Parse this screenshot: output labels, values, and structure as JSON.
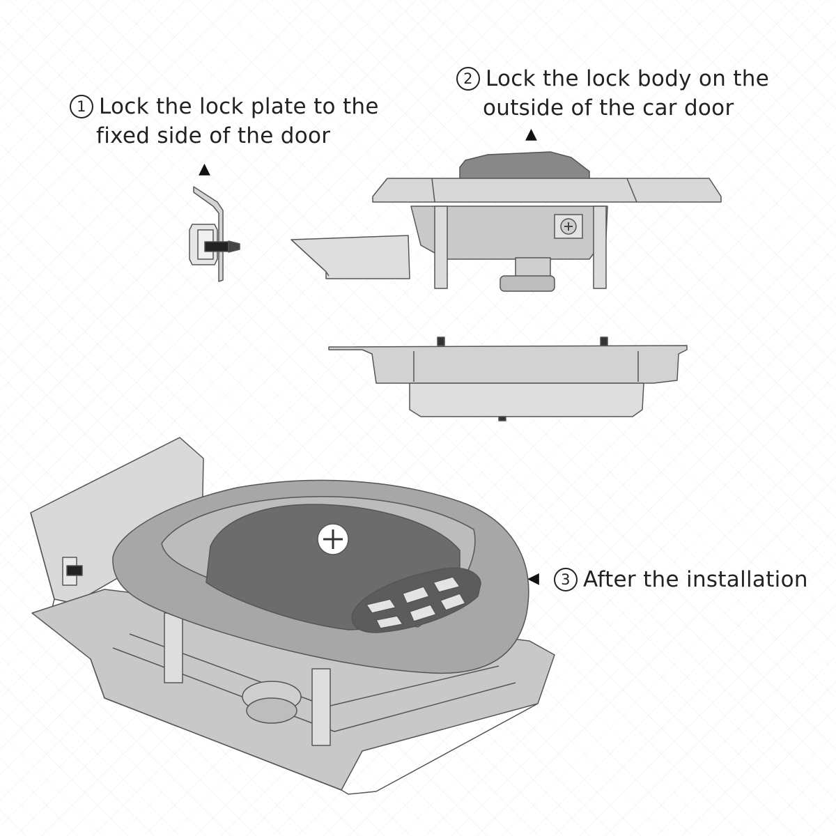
{
  "steps": [
    {
      "number": "1",
      "line1": "Lock the lock plate to the",
      "line2": "fixed side of the door"
    },
    {
      "number": "2",
      "line1": "Lock the lock body on the",
      "line2": "outside of the car door"
    },
    {
      "number": "3",
      "line1": "After the installation"
    }
  ],
  "icons": {
    "up": "▲",
    "left": "◀"
  },
  "colors": {
    "outline": "#555555",
    "part_light": "#d0d0d0",
    "part_mid": "#b5b5b5",
    "part_dark": "#8c8c8c"
  }
}
